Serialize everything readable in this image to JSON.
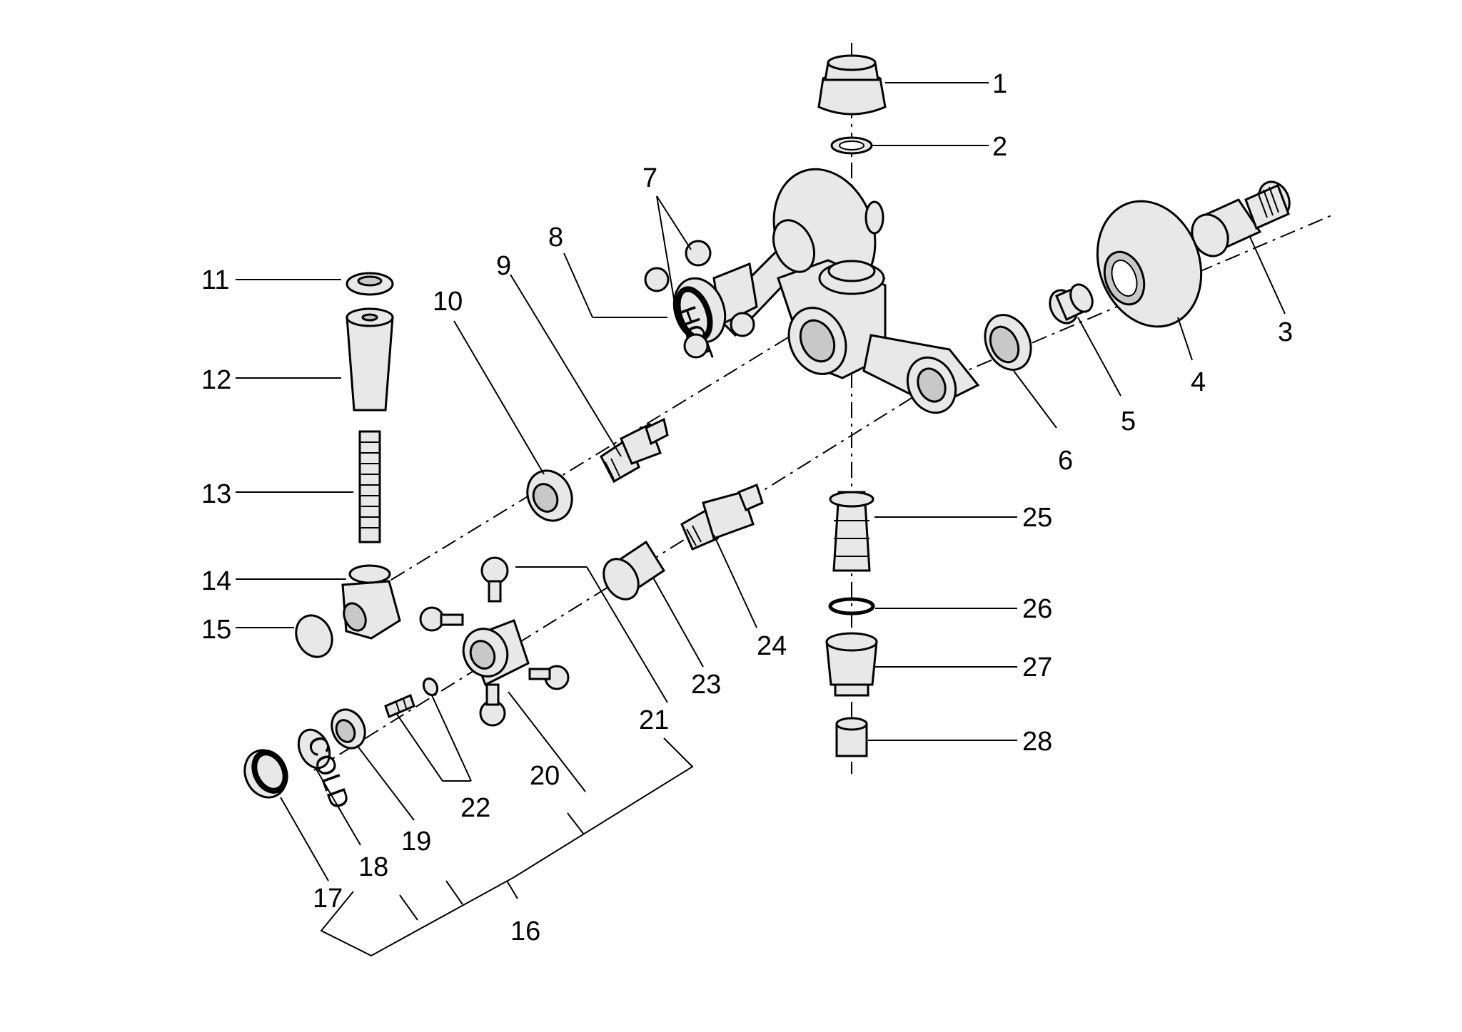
{
  "diagram": {
    "labels": {
      "p1": "1",
      "p2": "2",
      "p3": "3",
      "p4": "4",
      "p5": "5",
      "p6": "6",
      "p7": "7",
      "p8": "8",
      "p9": "9",
      "p10": "10",
      "p11": "11",
      "p12": "12",
      "p13": "13",
      "p14": "14",
      "p15": "15",
      "p16": "16",
      "p17": "17",
      "p18": "18",
      "p19": "19",
      "p20": "20",
      "p21": "21",
      "p22": "22",
      "p23": "23",
      "p24": "24",
      "p25": "25",
      "p26": "26",
      "p27": "27",
      "p28": "28"
    },
    "engravings": {
      "hot_cap": "HOT",
      "cold_cap": "COLD"
    }
  }
}
